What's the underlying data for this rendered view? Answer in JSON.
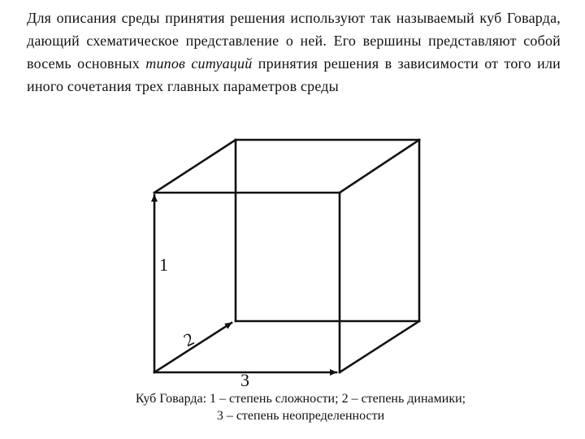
{
  "paragraph": {
    "part1": "Для описания среды принятия решения используют так называемый куб Говарда, дающий схематическое представление о ней. Его вершины представляют собой восемь основных ",
    "italic": "типов ситуаций",
    "part2": " принятия решения в зависимости от того или иного сочетания трех главных параметров среды"
  },
  "diagram": {
    "labels": {
      "axis1": "1",
      "axis2": "2",
      "axis3": "3"
    }
  },
  "caption": {
    "line1": "Куб Говарда: 1 – степень сложности; 2 – степень динамики;",
    "line2": "3 – степень неопределенности"
  }
}
